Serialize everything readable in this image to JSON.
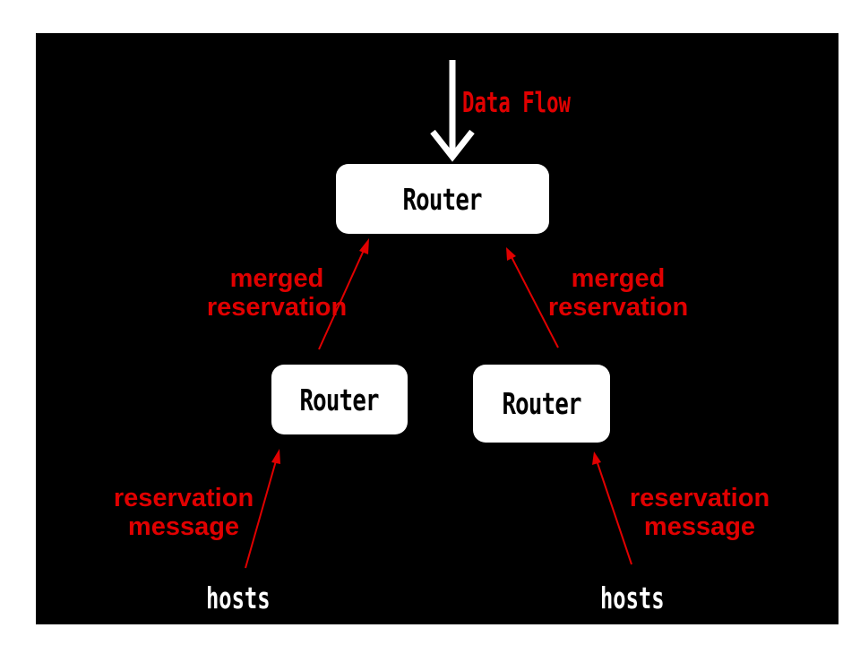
{
  "diagram": {
    "data_flow_label": "Data Flow",
    "routers": {
      "top": "Router",
      "left": "Router",
      "right": "Router"
    },
    "merged_reservation_left": {
      "line1": "merged",
      "line2": "reservation"
    },
    "merged_reservation_right": {
      "line1": "merged",
      "line2": "reservation"
    },
    "reservation_message_left": {
      "line1": "reservation",
      "line2": "message"
    },
    "reservation_message_right": {
      "line1": "reservation",
      "line2": "message"
    },
    "hosts_left": "hosts",
    "hosts_right": "hosts"
  },
  "colors": {
    "background": "#000000",
    "label_red": "#e00000",
    "box": "#ffffff",
    "arrow_red": "#e00000",
    "arrow_white": "#ffffff"
  }
}
